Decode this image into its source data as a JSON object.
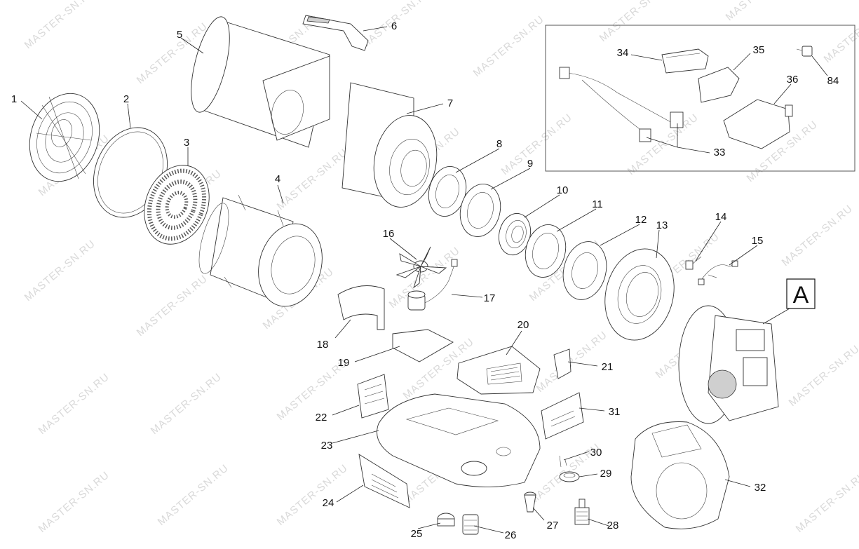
{
  "watermark": "MASTER-SN.RU",
  "callout_letter": "A",
  "labels": [
    "1",
    "2",
    "3",
    "4",
    "5",
    "6",
    "7",
    "8",
    "9",
    "10",
    "11",
    "12",
    "13",
    "14",
    "15",
    "16",
    "17",
    "18",
    "19",
    "20",
    "21",
    "22",
    "23",
    "24",
    "25",
    "26",
    "27",
    "28",
    "29",
    "30",
    "31",
    "32",
    "33",
    "34",
    "35",
    "36",
    "84"
  ]
}
